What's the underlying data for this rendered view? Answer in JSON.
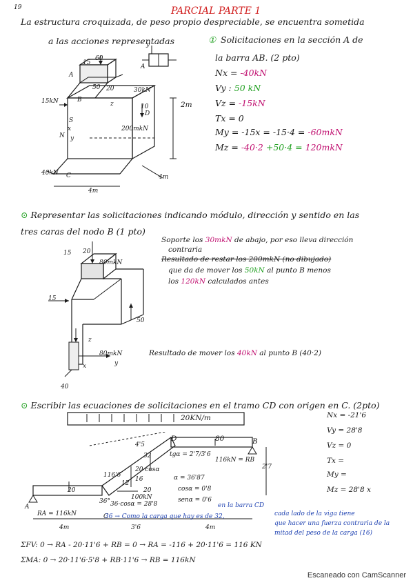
{
  "page_number": "19",
  "title": "PARCIAL PARTE 1",
  "intro": {
    "line1": "La estructura croquizada, de peso propio despreciable, se encuentra sometida",
    "line2": "a las acciones representadas"
  },
  "q1": {
    "text1": "Solicitaciones en la sección A de",
    "text2": "la barra AB. (2 pto)",
    "nx_label": "Nx =",
    "nx_value": "-40kN",
    "vy_label": "Vy :",
    "vy_value": "50 kN",
    "vz_label": "Vz =",
    "vz_value": "-15kN",
    "tx": "Tx = 0",
    "my_label": "My = -15x = -15·4 =",
    "my_value": "-60mkN",
    "mz_label": "Mz =",
    "mz_value_a": "-40·2",
    "mz_value_b": "+50·4 =",
    "mz_value_c": "120mkN"
  },
  "fig1": {
    "f60": "60",
    "f15": "15",
    "f50": "50",
    "f20": "20",
    "f30": "30kN",
    "a": "A",
    "f15kn": "15kN",
    "b": "B",
    "s": "S",
    "x": "x",
    "y": "y",
    "dim_2m": "2m",
    "f200": "200mkN",
    "d": "D",
    "f40": "40kN",
    "c": "C",
    "dim_4m_a": "4m",
    "dim_4m_b": "4m",
    "f10": "10",
    "z": "z",
    "n": "N"
  },
  "q2": {
    "text1": "Representar las solicitaciones indicando módulo, dirección y sentido en las",
    "text2": "tres caras del nodo B (1 pto)",
    "note1a": "Soporte los",
    "note1b": "30mkN",
    "note1c": "de abajo, por eso lleva dirección",
    "note1d": "contraria",
    "note2": "Resultado de restar los 200mkN (no dibujado)",
    "note3a": "que da de mover los",
    "note3b": "50kN",
    "note3c": "al punto B menos",
    "note4a": "los",
    "note4b": "120kN",
    "note4c": "calculados antes",
    "note5a": "Resultado de mover los",
    "note5b": "40kN",
    "note5c": "al punto B (40·2)"
  },
  "fig2": {
    "f15a": "15",
    "f15b": "15",
    "f20": "20",
    "f80": "80mkN",
    "f50": "50",
    "f80b": "80mkN",
    "f40": "40",
    "z": "z",
    "y": "y",
    "x": "x"
  },
  "q3": {
    "text": "Escribir las ecuaciones de solicitaciones en el tramo CD con origen en C. (2pto)",
    "load": "20KN/m",
    "nx": "Nx = -21'6",
    "vy": "Vy = 28'8",
    "vz": "Vz = 0",
    "tx": "Tx =",
    "my": "My =",
    "mz": "Mz = 28'8 x",
    "d": "D",
    "b": "B",
    "c": "C",
    "f80": "80",
    "f32": "32",
    "len45": "4'5",
    "dim_2_7": "2'7",
    "tga": "tgα = 2'7/3'6",
    "alpha": "α = 36'87",
    "cos": "cosα = 0'8",
    "sin": "senα = 0'6",
    "c20cos": "20 cosα",
    "c20": "20",
    "c100": "100kN",
    "c16": "16",
    "c12": "12",
    "c116": "116'6",
    "ang": "36°",
    "c36sen": "36·cosα = 28'8",
    "rb": "116kN = RB",
    "ra": "RA = 116kN",
    "c36": "36",
    "note1": "Como la carga que hay es de 32,",
    "note1b": "en la barra CD",
    "note2": "cada lado de la viga tiene",
    "note3": "que hacer una fuerza contraria de la",
    "note4": "mitad del peso de la carga (16)",
    "dim_4m_a": "4m",
    "dim_3_6": "3'6",
    "dim_4m_b": "4m",
    "a": "A",
    "eq1": "ΣFV: 0 → RA - 20·11'6 + RB = 0 → RA = -116 + 20·11'6 = 116 KN",
    "eq2": "ΣMA: 0 → 20·11'6·5'8 + RB·11'6 → RB = 116kN",
    "f20": "20"
  },
  "footer": "Escaneado con CamScanner"
}
